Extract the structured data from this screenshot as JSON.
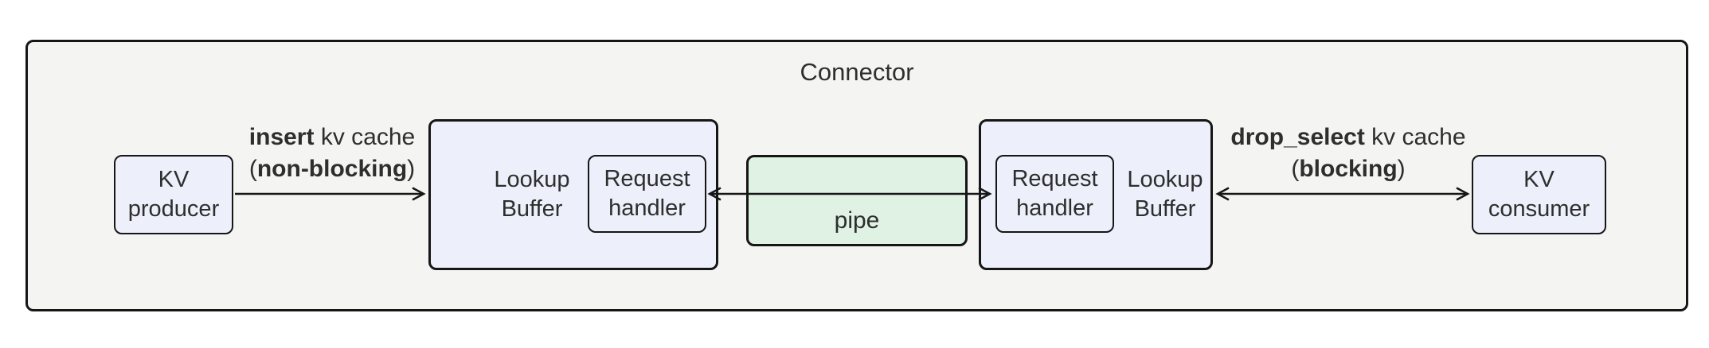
{
  "diagram": {
    "title": "Connector",
    "colors": {
      "outer_bg": "#f4f4f3",
      "node_bg": "#edf0fa",
      "pipe_bg": "#dff2e4",
      "line": "#161616",
      "text": "#2e2e2e"
    },
    "nodes": {
      "kv_producer": {
        "line1": "KV",
        "line2": "producer"
      },
      "lookup_buffer_left": {
        "line1": "Lookup",
        "line2": "Buffer"
      },
      "request_handler_left": {
        "line1": "Request",
        "line2": "handler"
      },
      "pipe": {
        "label": "pipe"
      },
      "request_handler_right": {
        "line1": "Request",
        "line2": "handler"
      },
      "lookup_buffer_right": {
        "line1": "Lookup",
        "line2": "Buffer"
      },
      "kv_consumer": {
        "line1": "KV",
        "line2": "consumer"
      }
    },
    "edges": {
      "insert": {
        "bold": "insert",
        "rest": " kv cache",
        "paren_open": "(",
        "paren_bold": "non-blocking",
        "paren_close": ")"
      },
      "drop_select": {
        "bold": "drop_select",
        "rest": " kv cache",
        "paren_open": "(",
        "paren_bold": "blocking",
        "paren_close": ")"
      }
    }
  }
}
